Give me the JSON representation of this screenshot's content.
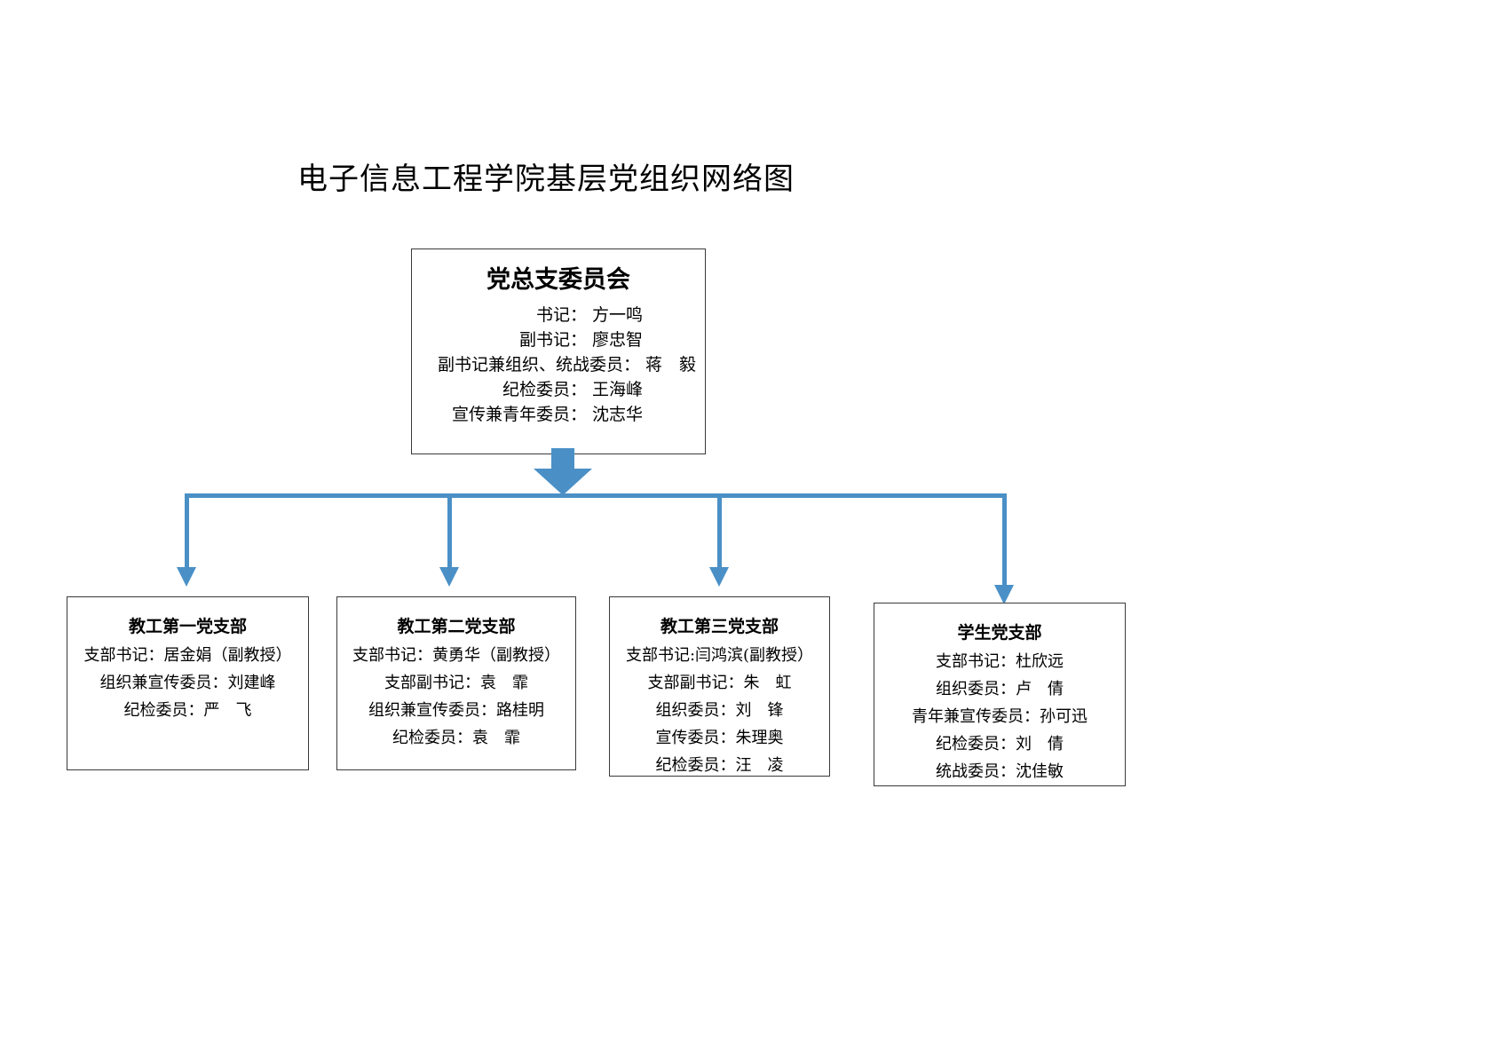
{
  "document": {
    "title": "电子信息工程学院基层党组织网络图"
  },
  "colors": {
    "connector": "#4a90c6",
    "box_border": "#3a3a3a",
    "text": "#000000",
    "background": "#ffffff"
  },
  "root": {
    "title": "党总支委员会",
    "lines": [
      "书记： 方一鸣",
      "副书记： 廖忠智",
      "副书记兼组织、统战委员： 蒋　毅",
      "纪检委员： 王海峰",
      "宣传兼青年委员： 沈志华"
    ]
  },
  "branches": [
    {
      "title": "教工第一党支部",
      "lines": [
        "支部书记：居金娟（副教授）",
        "组织兼宣传委员：刘建峰",
        "纪检委员：严　飞"
      ]
    },
    {
      "title": "教工第二党支部",
      "lines": [
        "支部书记：黄勇华（副教授）",
        "支部副书记：袁　霏",
        "组织兼宣传委员：路桂明",
        "纪检委员：袁　霏"
      ]
    },
    {
      "title": "教工第三党支部",
      "lines": [
        "支部书记:闫鸿滨(副教授）",
        "支部副书记：朱　虹",
        "组织委员：刘　锋",
        "宣传委员：朱理奥",
        "纪检委员：汪　凌"
      ]
    },
    {
      "title": "学生党支部",
      "lines": [
        "支部书记：杜欣远",
        "组织委员：卢　倩",
        "青年兼宣传委员：孙可迅",
        "纪检委员：刘　倩",
        "统战委员：沈佳敏"
      ]
    }
  ],
  "connectors": {
    "root_to_bus_arrow": "down-arrow",
    "bus_arrows": [
      "down-arrow",
      "down-arrow",
      "down-arrow",
      "down-arrow"
    ]
  }
}
